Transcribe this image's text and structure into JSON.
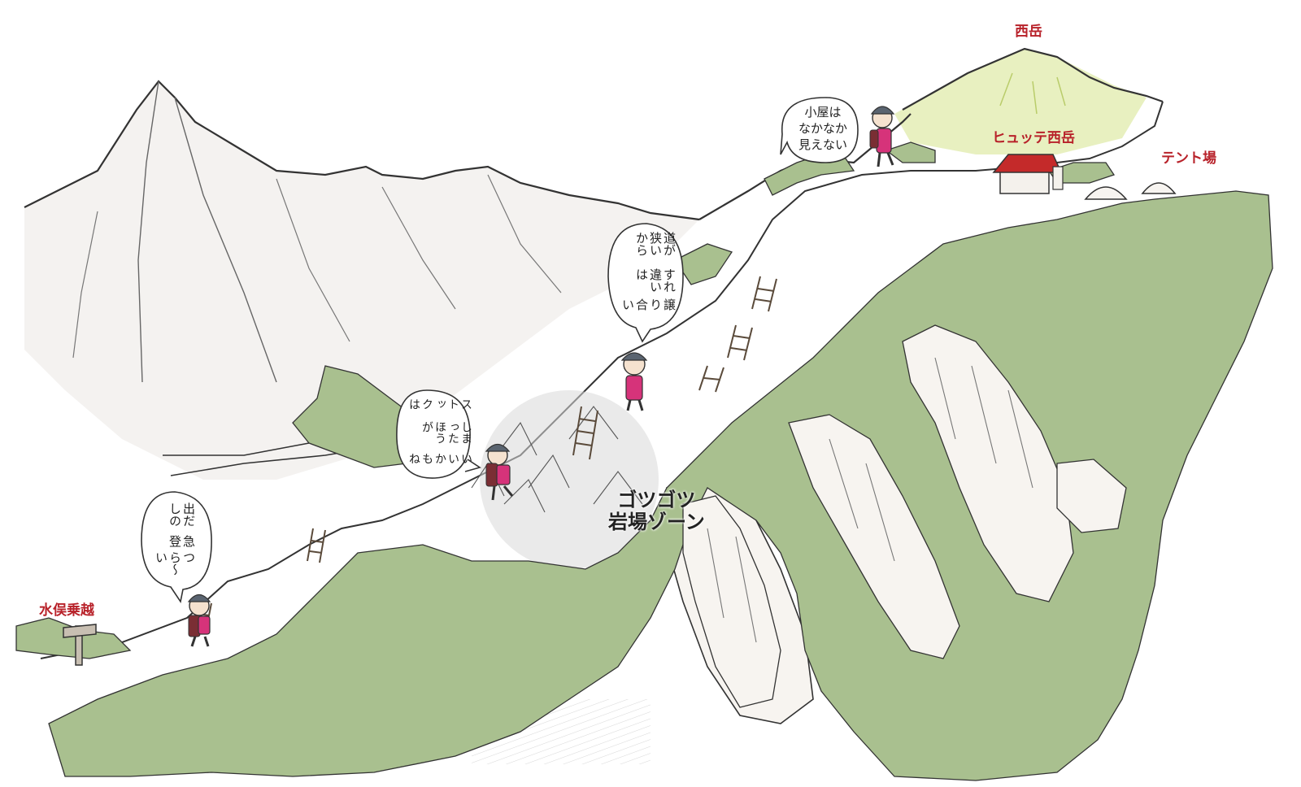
{
  "places": {
    "nishidake": "西岳",
    "hutte": "ヒュッテ西岳",
    "tent_site": "テント場",
    "mizumata": "水俣乗越"
  },
  "zone": {
    "line1": "ゴツゴツ",
    "line2": "岩場ゾーン"
  },
  "bubbles": {
    "hut": [
      "小屋は",
      "なかなか",
      "見えない"
    ],
    "narrow": [
      "道が狭いから",
      "すれ違いは",
      "譲り合い"
    ],
    "stock": [
      "ストックは",
      "しまったほうが",
      "いいかもね"
    ],
    "steep": [
      "出だしの",
      "急登",
      "つら〜い"
    ]
  },
  "colors": {
    "place_label": "#b8222a",
    "forest": "#a9c08f",
    "summit_glow": "#dbe89a",
    "hut_roof": "#c42a2a",
    "jacket": "#d6337a",
    "pack": "#7a2e34"
  }
}
